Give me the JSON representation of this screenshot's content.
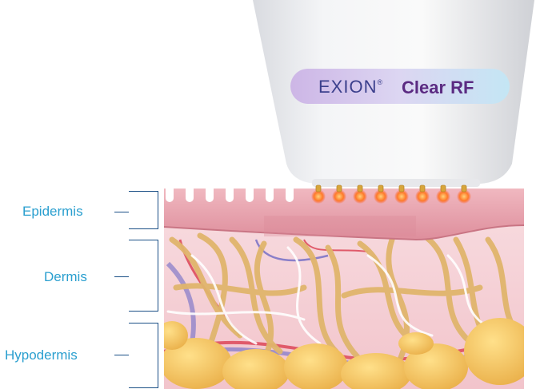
{
  "device": {
    "brand": "EXION",
    "registered": "®",
    "product": "Clear RF"
  },
  "layers": [
    {
      "label": "Epidermis"
    },
    {
      "label": "Dermis"
    },
    {
      "label": "Hypodermis"
    }
  ],
  "colors": {
    "label_text": "#2a9fcf",
    "bracket": "#1a4f86",
    "brand_text": "#3b3f8c",
    "product_text": "#5b2b82",
    "epidermis": "#e8a3ae",
    "dermis": "#f6d3d8",
    "fat": "#f2c25a",
    "fiber": "#e0b56c",
    "electrode_glow": "#ff5a1f"
  }
}
